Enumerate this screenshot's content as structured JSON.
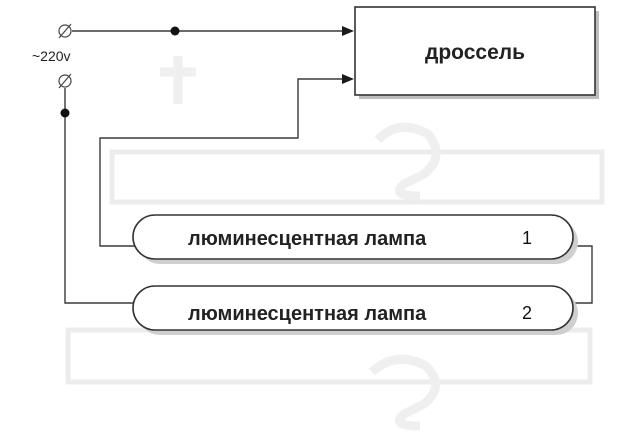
{
  "supply": {
    "voltage_label": "~220v"
  },
  "choke": {
    "label": "дроссель"
  },
  "lamps": [
    {
      "label": "люминесцентная лампа",
      "number": "1"
    },
    {
      "label": "люминесцентная лампа",
      "number": "2"
    }
  ],
  "colors": {
    "wire": "#3a3a3a",
    "outline": "#333333",
    "text": "#222222",
    "background": "#ffffff"
  }
}
